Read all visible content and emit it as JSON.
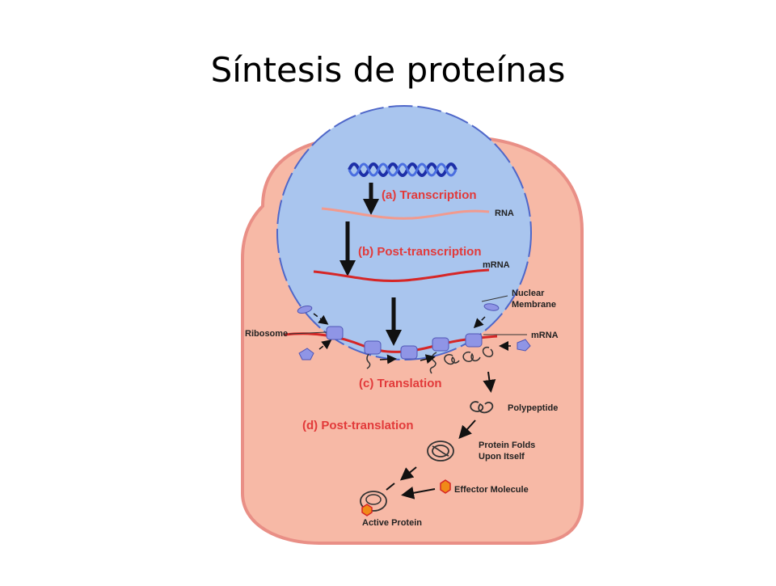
{
  "slide": {
    "title": "Síntesis de proteínas"
  },
  "diagram": {
    "stages": {
      "transcription": "(a) Transcription",
      "post_transcription": "(b) Post-transcription",
      "translation": "(c) Translation",
      "post_translation": "(d) Post-translation"
    },
    "labels": {
      "rna": "RNA",
      "mrna_nucleus": "mRNA",
      "nuclear_membrane_1": "Nuclear",
      "nuclear_membrane_2": "Membrane",
      "ribosome": "Ribosome",
      "mrna_cytoplasm": "mRNA",
      "polypeptide": "Polypeptide",
      "protein_folds_1": "Protein Folds",
      "protein_folds_2": "Upon Itself",
      "effector_molecule": "Effector Molecule",
      "active_protein": "Active Protein"
    },
    "colors": {
      "cell": "#f7b9a6",
      "cell_border": "#e98f86",
      "nucleus": "#a9c5ee",
      "nucleus_border": "#4f67c9",
      "stage_text": "#e23a3a",
      "rna": "#f19a8e",
      "mrna": "#d62626",
      "ribosome": "#8f95e6",
      "effector": "#f08a18"
    }
  }
}
